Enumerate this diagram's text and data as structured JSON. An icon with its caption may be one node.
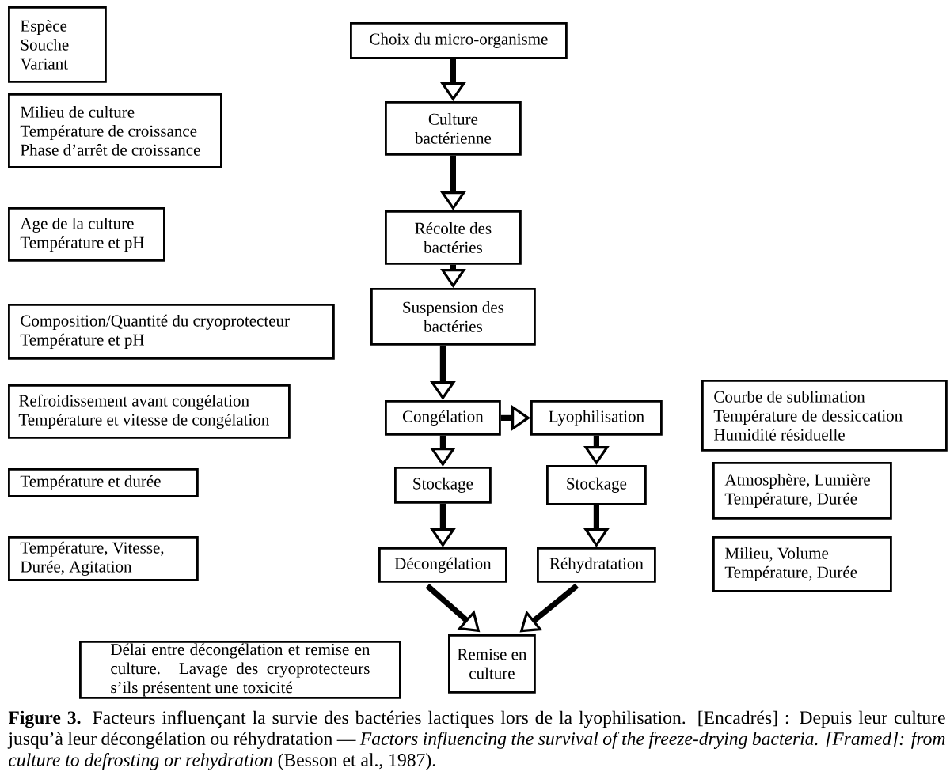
{
  "diagram": {
    "caption": "**Figure 3.** Facteurs influençant la survie des bactéries lactiques lors de la lyophilisation. [Encadrés] : Depuis leur culture jusqu’à leur décongélation ou réhydratation — *Factors influencing the survival of the freeze-drying bacteria. [Framed]: from culture to defrosting or rehydration* (Besson et al., 1987).",
    "nodes": [
      {
        "text": [
          "Espèce",
          "Souche",
          "Variant"
        ]
      },
      {
        "text": [
          "Choix du micro-organisme"
        ]
      },
      {
        "text": [
          "Milieu de culture",
          "Température de croissance",
          "Phase d’arrêt de croissance"
        ]
      },
      {
        "text": [
          "Culture bactérienne"
        ]
      },
      {
        "text": [
          "Age de la culture",
          "Température et pH"
        ]
      },
      {
        "text": [
          "Récolte des bactéries"
        ]
      },
      {
        "text": [
          "Composition/Quantité du cryoprotecteur",
          "Température et pH"
        ]
      },
      {
        "text": [
          "Suspension des bactéries"
        ]
      },
      {
        "text": [
          "Refroidissement avant congélation",
          "Température et vitesse de congélation"
        ]
      },
      {
        "text": [
          "Congélation"
        ]
      },
      {
        "text": [
          "Lyophilisation"
        ]
      },
      {
        "text": [
          "Courbe de sublimation",
          "Température de dessiccation",
          "Humidité résiduelle"
        ]
      },
      {
        "text": [
          "Température et durée"
        ]
      },
      {
        "text": [
          "Stockage"
        ]
      },
      {
        "text": [
          "Stockage"
        ]
      },
      {
        "text": [
          "Atmosphère, Lumière",
          "Température, Durée"
        ]
      },
      {
        "text": [
          "Température, Vitesse, Durée, Agitation"
        ]
      },
      {
        "text": [
          "Décongélation"
        ]
      },
      {
        "text": [
          "Réhydratation"
        ]
      },
      {
        "text": [
          "Milieu, Volume",
          "Température, Durée"
        ]
      },
      {
        "text": [
          "Délai entre décongélation et remise en culture. Lavage des cryoprotecteurs s’ils présentent une toxicité"
        ]
      },
      {
        "text": [
          "Remise en culture"
        ]
      }
    ],
    "edges": [
      {
        "from": 1,
        "to": 3,
        "arrow": "to"
      },
      {
        "from": 3,
        "to": 5,
        "arrow": "to"
      },
      {
        "from": 5,
        "to": 7,
        "arrow": "to"
      },
      {
        "from": 7,
        "to": 9,
        "arrow": "to"
      },
      {
        "from": 9,
        "to": 10,
        "arrow": "to"
      },
      {
        "from": 9,
        "to": 13,
        "arrow": "to"
      },
      {
        "from": 10,
        "to": 14,
        "arrow": "to"
      },
      {
        "from": 13,
        "to": 17,
        "arrow": "to"
      },
      {
        "from": 14,
        "to": 18,
        "arrow": "to"
      },
      {
        "from": 17,
        "to": 21,
        "arrow": "to"
      },
      {
        "from": 18,
        "to": 21,
        "arrow": "to"
      }
    ]
  }
}
